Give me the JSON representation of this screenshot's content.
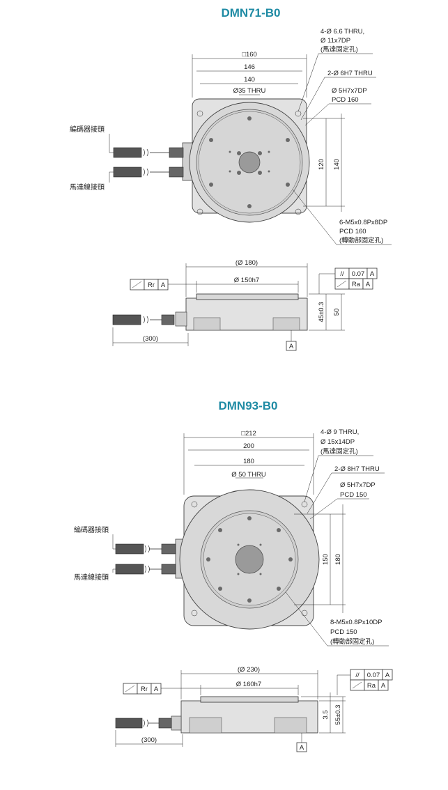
{
  "models": [
    {
      "title": "DMN71-B0",
      "top": {
        "dim_square": "□160",
        "dim_outer": "146",
        "dim_bolt": "140",
        "dim_thru": "Ø35 THRU",
        "dim_v1": "120",
        "dim_v2": "140",
        "encoder_label": "編碼器接頭",
        "motor_label": "馬達線接頭",
        "note1": [
          "4-Ø  6.6 THRU,",
          "Ø  11x7DP",
          "(馬達固定孔)"
        ],
        "note2": [
          "2-Ø  6H7 THRU"
        ],
        "note3": [
          "Ø  5H7x7DP",
          "PCD 160"
        ],
        "note4": [
          "6-M5x0.8Px8DP",
          "PCD 160",
          "(轉動部固定孔)"
        ]
      },
      "side": {
        "dim_dia": "(Ø  180)",
        "dim_face": "Ø  150h7",
        "dim_h1": "45±0.3",
        "dim_h2": "50",
        "dim_cable": "(300)",
        "datum": "A",
        "fcf_flat": [
          "//",
          "0.07",
          "A"
        ],
        "fcf_ra": [
          "Ra",
          "A"
        ],
        "fcf_rr": [
          "Rr",
          "A"
        ]
      }
    },
    {
      "title": "DMN93-B0",
      "top": {
        "dim_square": "□212",
        "dim_outer": "200",
        "dim_bolt": "180",
        "dim_thru": "Ø 50 THRU",
        "dim_v1": "150",
        "dim_v2": "180",
        "encoder_label": "編碼器接頭",
        "motor_label": "馬達線接頭",
        "note1": [
          "4-Ø  9 THRU,",
          "Ø  15x14DP",
          "(馬達固定孔)"
        ],
        "note2": [
          "2-Ø  8H7 THRU"
        ],
        "note3": [
          "Ø  5H7x7DP",
          "PCD 150"
        ],
        "note4": [
          "8-M5x0.8Px10DP",
          "PCD 150",
          "(轉動部固定孔)"
        ]
      },
      "side": {
        "dim_dia": "(Ø  230)",
        "dim_face": "Ø  160h7",
        "dim_h1": "3.5",
        "dim_h2": "55±0.3",
        "dim_cable": "(300)",
        "datum": "A",
        "fcf_flat": [
          "//",
          "0.07",
          "A"
        ],
        "fcf_ra": [
          "Ra",
          "A"
        ],
        "fcf_rr": [
          "Rr",
          "A"
        ]
      }
    }
  ]
}
